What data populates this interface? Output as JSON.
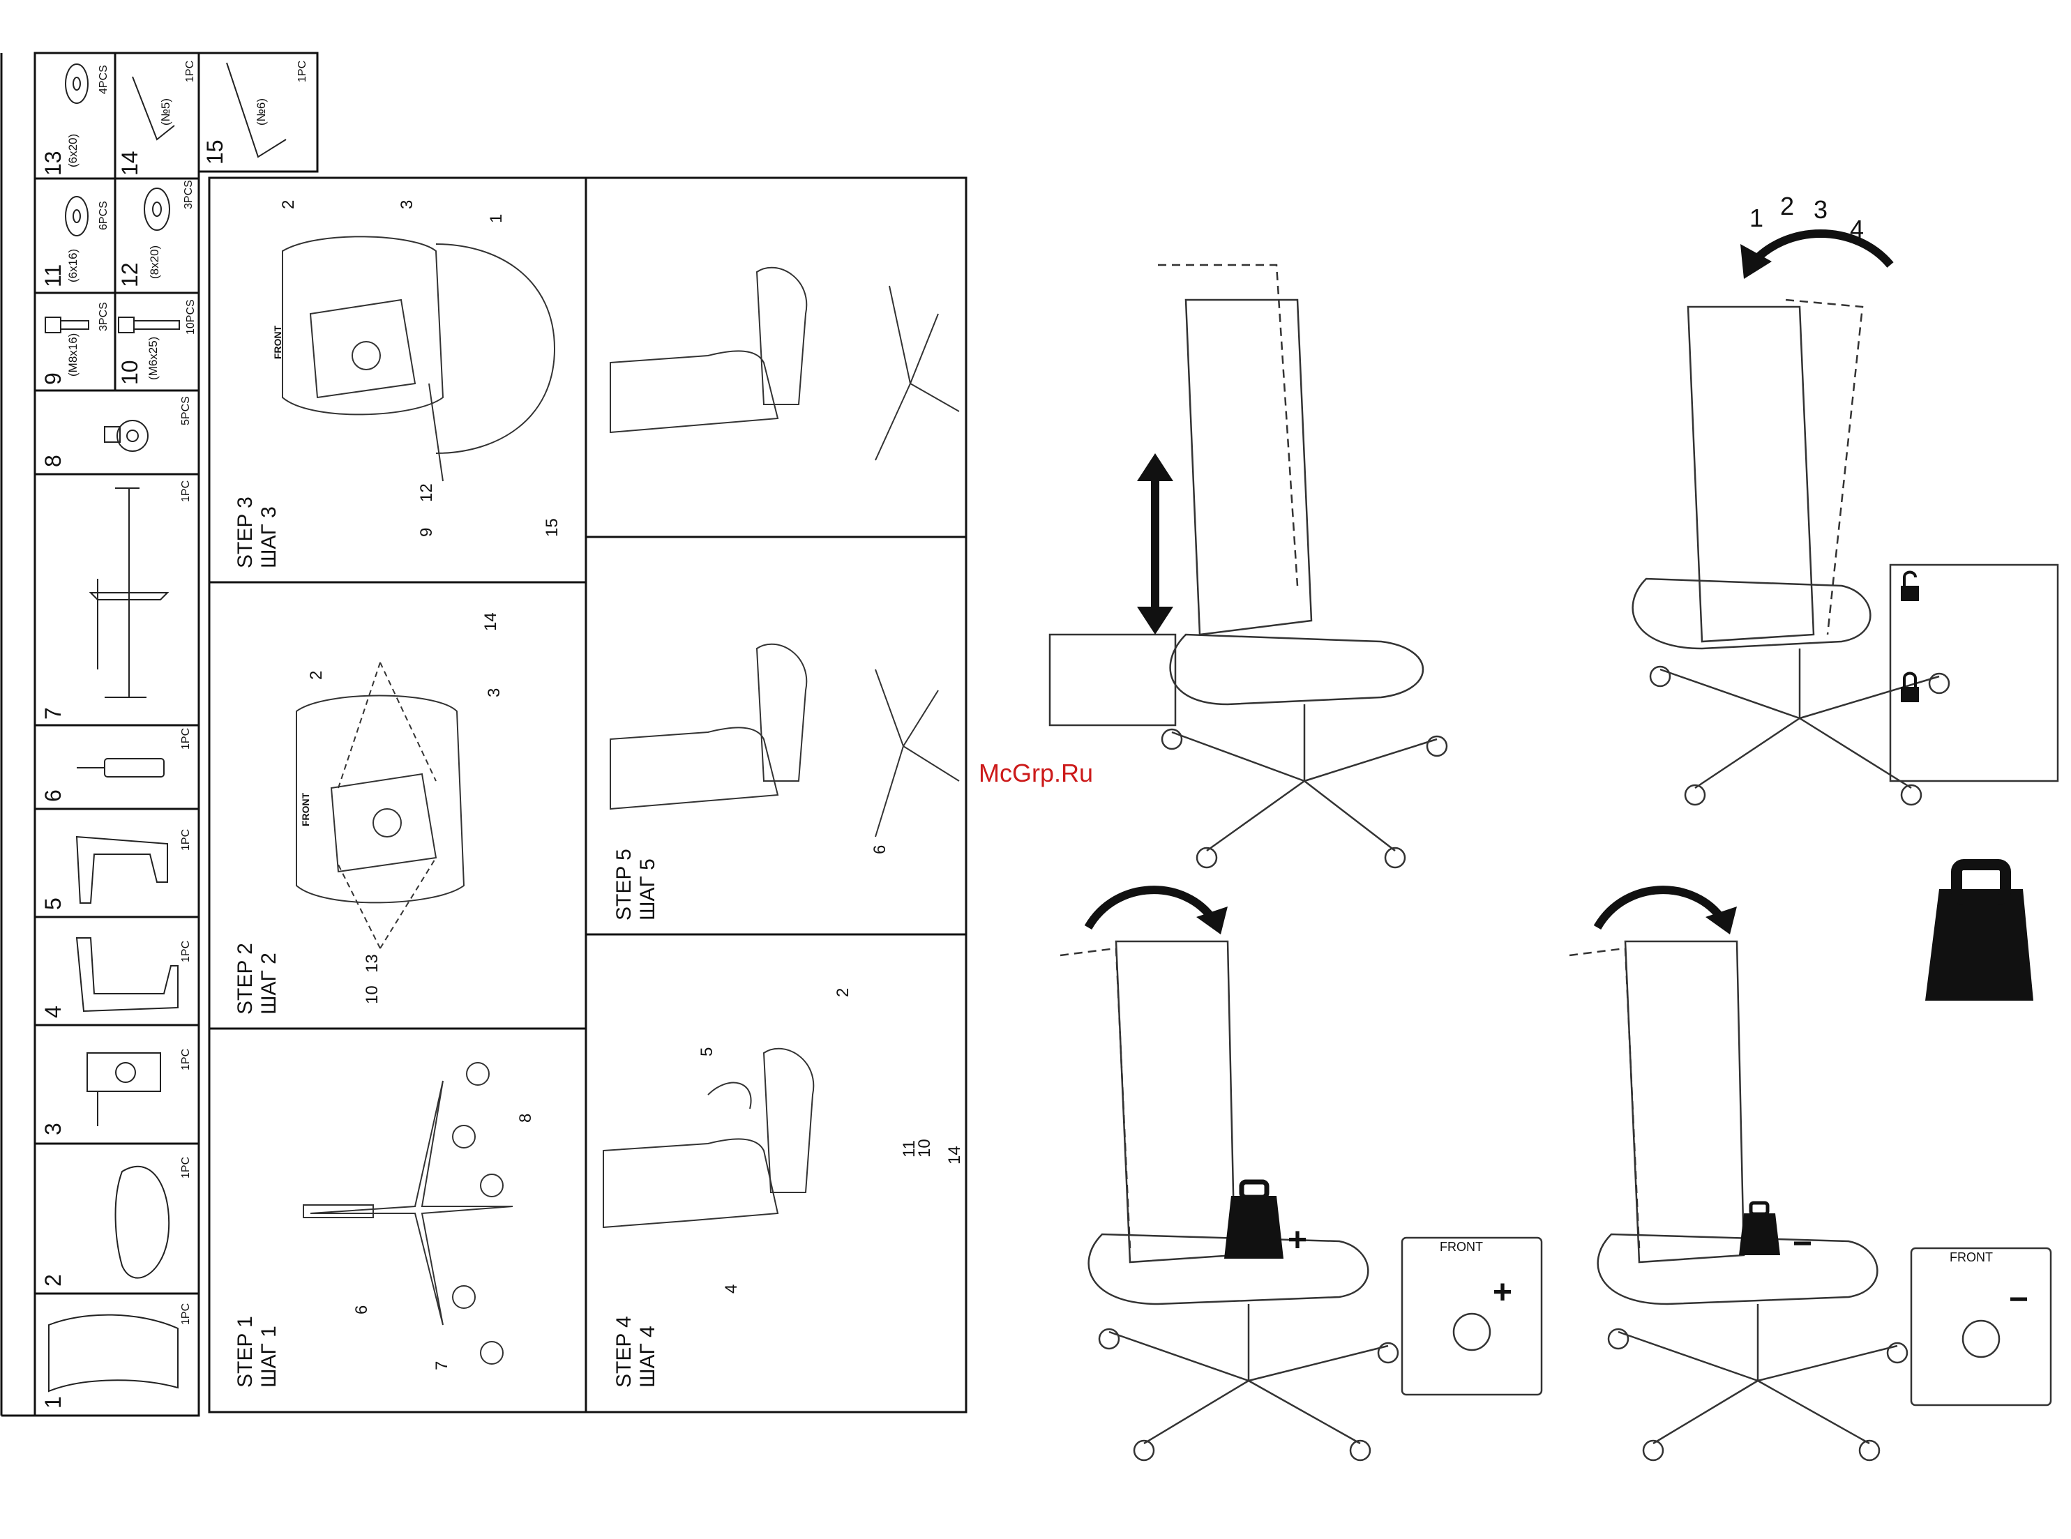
{
  "watermark": "McGrp.Ru",
  "parts": [
    {
      "no": "1",
      "qty": "1PC",
      "dim": "",
      "icon": "seat-icon"
    },
    {
      "no": "2",
      "qty": "1PC",
      "dim": "",
      "icon": "backrest-icon"
    },
    {
      "no": "3",
      "qty": "1PC",
      "dim": "",
      "icon": "mechanism-icon"
    },
    {
      "no": "4",
      "qty": "1PC",
      "dim": "",
      "icon": "armrest-icon"
    },
    {
      "no": "5",
      "qty": "1PC",
      "dim": "",
      "icon": "armrest-icon"
    },
    {
      "no": "6",
      "qty": "1PC",
      "dim": "",
      "icon": "gas-lift-icon"
    },
    {
      "no": "7",
      "qty": "1PC",
      "dim": "",
      "icon": "base-icon"
    },
    {
      "no": "8",
      "qty": "5PCS",
      "dim": "",
      "icon": "caster-icon"
    },
    {
      "no": "9",
      "qty": "3PCS",
      "dim": "(M8x16)",
      "icon": "bolt-icon"
    },
    {
      "no": "10",
      "qty": "10PCS",
      "dim": "(M6x25)",
      "icon": "bolt-icon"
    },
    {
      "no": "11",
      "qty": "6PCS",
      "dim": "(6x16)",
      "icon": "washer-icon"
    },
    {
      "no": "12",
      "qty": "3PCS",
      "dim": "(8x20)",
      "icon": "washer-icon"
    },
    {
      "no": "13",
      "qty": "4PCS",
      "dim": "(6x20)",
      "icon": "washer-icon"
    },
    {
      "no": "14",
      "qty": "1PC",
      "dim": "(№5)",
      "icon": "hex-key-icon"
    },
    {
      "no": "15",
      "qty": "1PC",
      "dim": "(№6)",
      "icon": "hex-key-icon"
    }
  ],
  "steps": [
    {
      "en": "STEP 1",
      "ru": "ШАГ 1",
      "callouts": [
        "6",
        "7",
        "8"
      ]
    },
    {
      "en": "STEP 2",
      "ru": "ШАГ 2",
      "callouts": [
        "2",
        "3",
        "10",
        "13",
        "14"
      ]
    },
    {
      "en": "STEP 3",
      "ru": "ШАГ 3",
      "callouts": [
        "1",
        "2",
        "3",
        "9",
        "12",
        "15"
      ]
    },
    {
      "en": "STEP 4",
      "ru": "ШАГ 4",
      "callouts": [
        "2",
        "4",
        "5",
        "10",
        "11",
        "14"
      ]
    },
    {
      "en": "STEP 5",
      "ru": "ШАГ 5",
      "callouts": [
        "6"
      ]
    }
  ],
  "step2_labels": {
    "front": "FRONT"
  },
  "step3_labels": {
    "front": "FRONT"
  },
  "tilt_sequence": [
    "1",
    "2",
    "3",
    "4"
  ],
  "tension": {
    "front": "FRONT",
    "plus": "+",
    "minus": "−"
  },
  "icons": [
    "height-arrow-icon",
    "unlock-icon",
    "lock-icon",
    "weight-icon"
  ]
}
